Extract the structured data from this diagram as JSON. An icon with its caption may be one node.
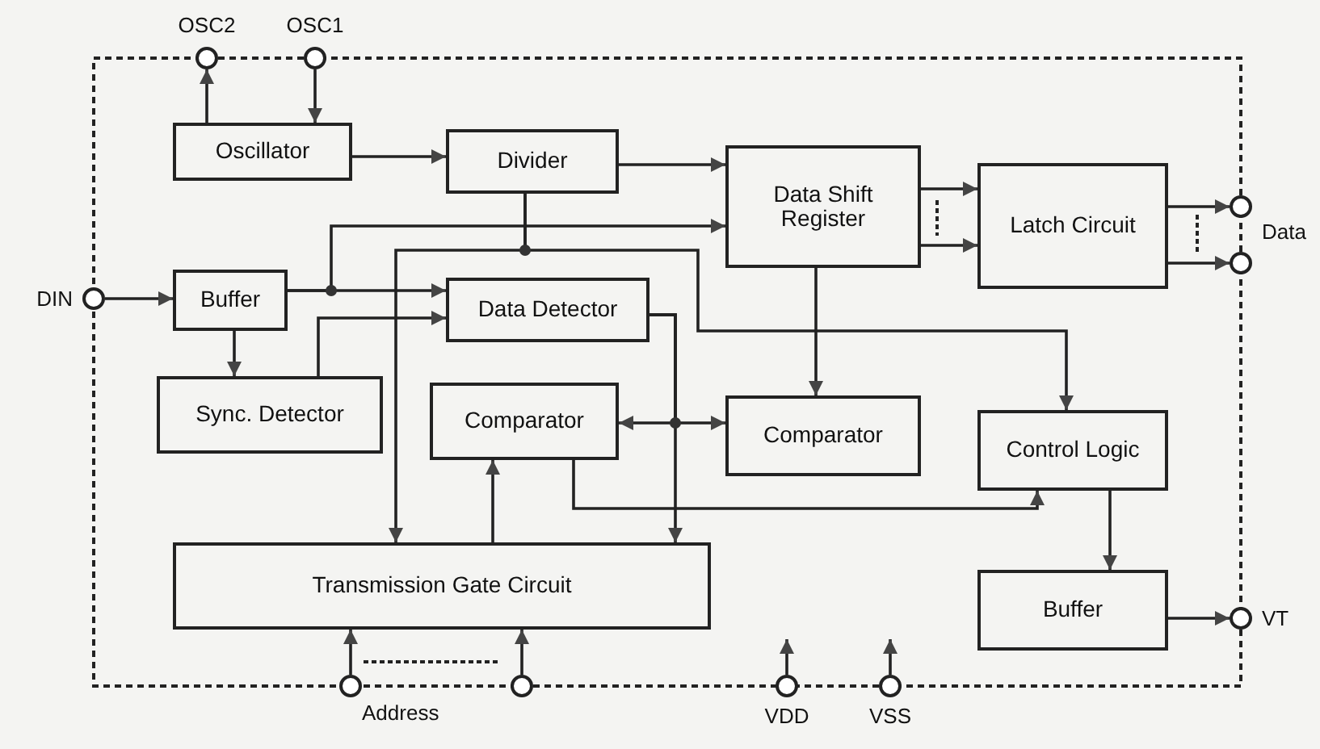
{
  "diagram": {
    "nodes": [
      {
        "text": [
          "Oscillator"
        ]
      },
      {
        "text": [
          "Divider"
        ]
      },
      {
        "text": [
          "Data Shift Register"
        ]
      },
      {
        "text": [
          "Latch Circuit"
        ]
      },
      {
        "text": [
          "Buffer"
        ]
      },
      {
        "text": [
          "Data Detector"
        ]
      },
      {
        "text": [
          "Sync. Detector"
        ]
      },
      {
        "text": [
          "Comparator"
        ]
      },
      {
        "text": [
          "Comparator"
        ]
      },
      {
        "text": [
          "Control Logic"
        ]
      },
      {
        "text": [
          "Transmission Gate Circuit"
        ]
      },
      {
        "text": [
          "Buffer"
        ]
      },
      {
        "text": [
          "OSC2"
        ]
      },
      {
        "text": [
          "OSC1"
        ]
      },
      {
        "text": [
          "DIN"
        ]
      },
      {
        "text": [],
        "shape": "circle"
      },
      {
        "text": [],
        "shape": "circle"
      },
      {
        "text": [
          "VT"
        ]
      },
      {
        "text": [],
        "shape": "circle"
      },
      {
        "text": [],
        "shape": "circle"
      },
      {
        "text": [
          "VDD"
        ]
      },
      {
        "text": [
          "VSS"
        ]
      }
    ],
    "edges": [
      {
        "from": 0,
        "to": 12,
        "arrow": "to"
      },
      {
        "from": 13,
        "to": 0,
        "arrow": "to"
      },
      {
        "from": 0,
        "to": 1,
        "arrow": "to"
      },
      {
        "from": 1,
        "to": 2,
        "arrow": "to"
      },
      {
        "from": 4,
        "to": 2,
        "arrow": "to"
      },
      {
        "from": 4,
        "to": 5,
        "arrow": "to"
      },
      {
        "from": 1,
        "to": 10,
        "arrow": "to"
      },
      {
        "from": 1,
        "to": 9,
        "arrow": "to"
      },
      {
        "from": 4,
        "to": 6,
        "arrow": "to"
      },
      {
        "from": 6,
        "to": 5,
        "arrow": "to"
      },
      {
        "from": 5,
        "to": 7,
        "arrow": "to"
      },
      {
        "from": 5,
        "to": 8,
        "arrow": "to"
      },
      {
        "from": 5,
        "to": 10,
        "arrow": "to"
      },
      {
        "from": 2,
        "to": 8,
        "arrow": "to"
      },
      {
        "from": 10,
        "to": 7,
        "arrow": "to"
      },
      {
        "from": 7,
        "to": 9,
        "arrow": "to"
      },
      {
        "from": 9,
        "to": 11,
        "arrow": "to"
      },
      {
        "from": 11,
        "to": 17,
        "arrow": "to"
      },
      {
        "from": 2,
        "to": 3,
        "arrow": "to"
      },
      {
        "from": 2,
        "to": 3,
        "arrow": "to"
      },
      {
        "from": 3,
        "to": 15,
        "arrow": "to"
      },
      {
        "from": 3,
        "to": 16,
        "arrow": "to"
      },
      {
        "from": 18,
        "to": 10,
        "arrow": "to"
      },
      {
        "from": 19,
        "to": 10,
        "arrow": "to"
      },
      {
        "from": 20,
        "to": null,
        "arrow": "to"
      },
      {
        "from": 21,
        "to": null,
        "arrow": "to"
      },
      {
        "from": 14,
        "to": 4,
        "arrow": "to"
      }
    ],
    "labels": [
      "Data",
      "Address"
    ]
  }
}
